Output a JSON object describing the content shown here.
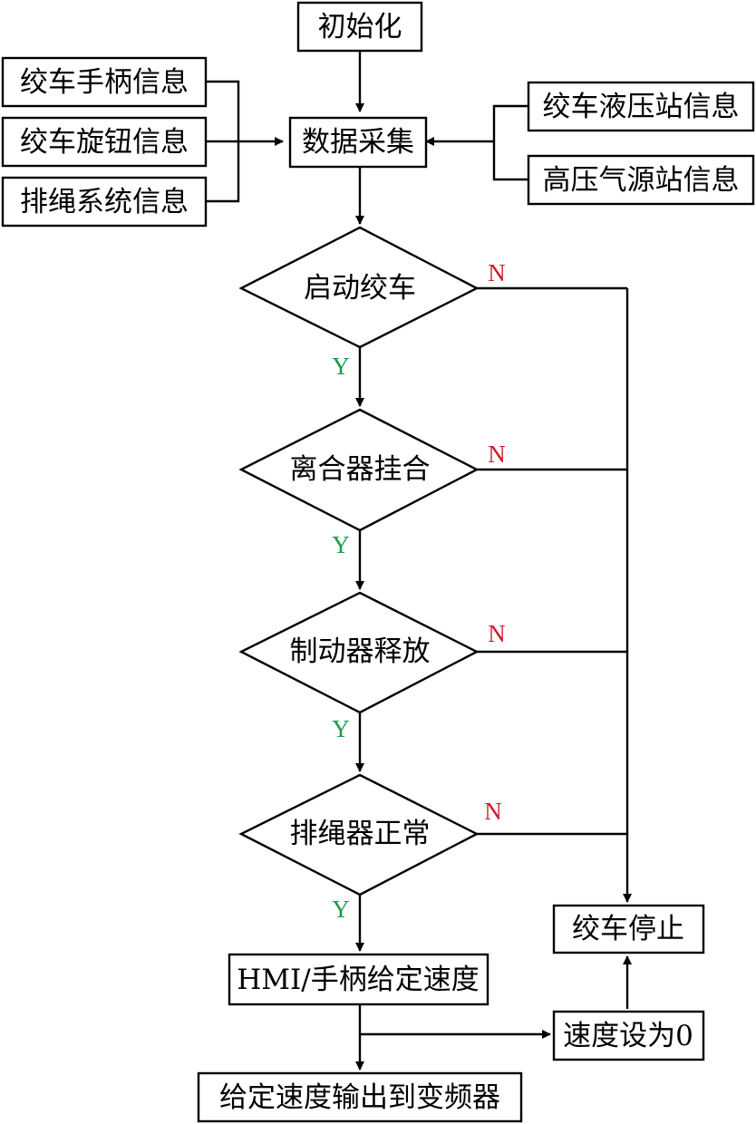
{
  "nodes": {
    "init": "初始化",
    "collect": "数据采集",
    "handle_info": "绞车手柄信息",
    "knob_info": "绞车旋钮信息",
    "rope_system_info": "排绳系统信息",
    "hydraulic_info": "绞车液压站信息",
    "air_source_info": "高压气源站信息",
    "start_winch": "启动绞车",
    "clutch_engaged": "离合器挂合",
    "brake_released": "制动器释放",
    "rope_guide_ok": "排绳器正常",
    "hmi_speed": "HMI/手柄给定速度",
    "output_speed": "给定速度输出到变频器",
    "speed_zero": "速度设为0",
    "winch_stop": "绞车停止"
  },
  "branch_labels": {
    "yes": "Y",
    "no": "N"
  },
  "colors": {
    "yes": "#1a9a4a",
    "no": "#d11a2a",
    "line": "#000000"
  }
}
